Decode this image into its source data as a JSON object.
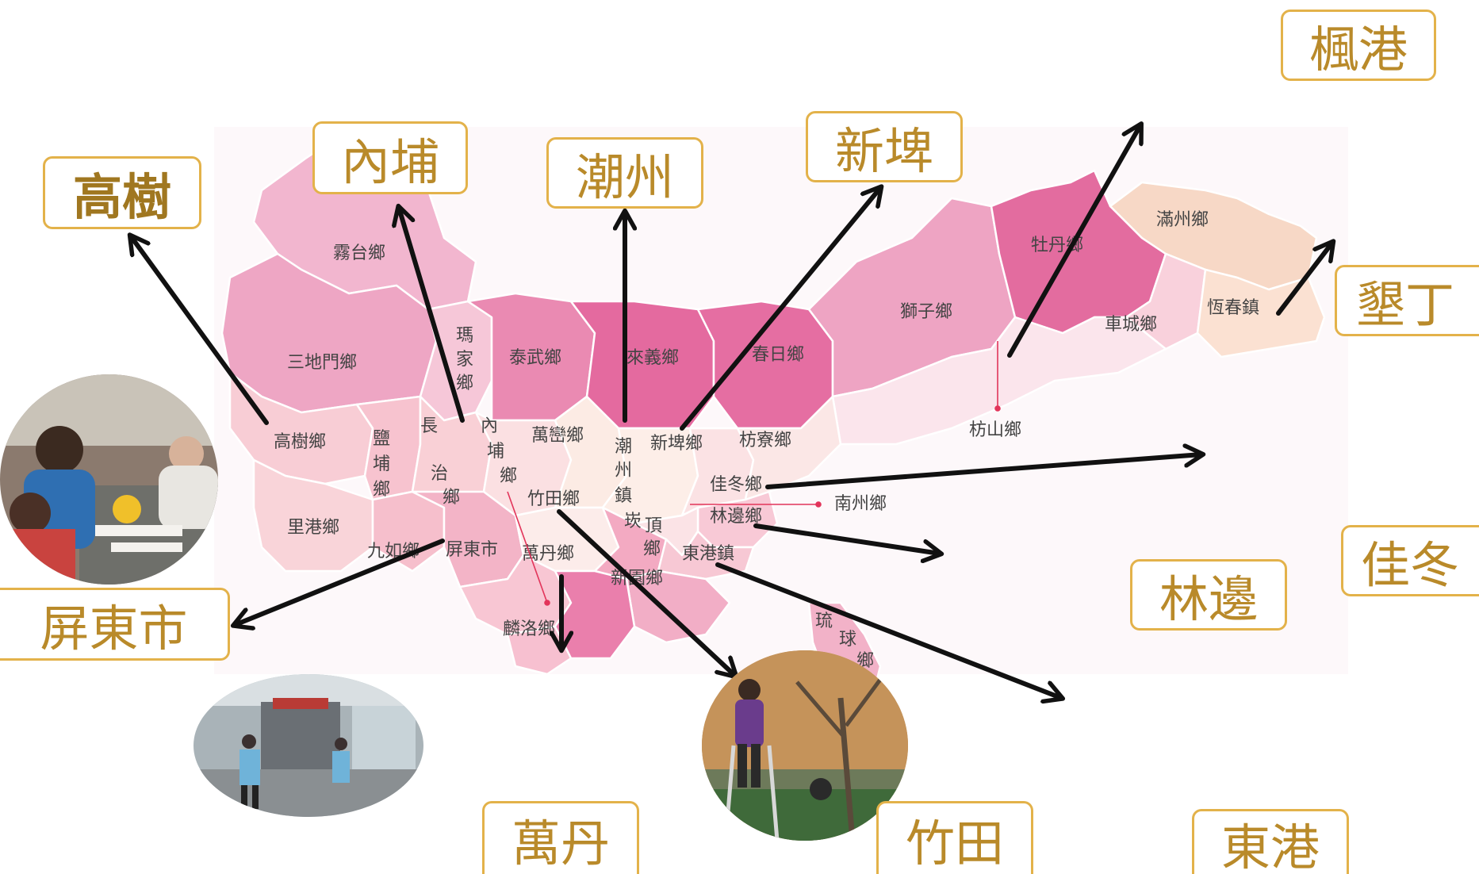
{
  "map": {
    "regions": [
      {
        "id": "wutai",
        "label": "霧台鄉",
        "color": "#f2b6cf"
      },
      {
        "id": "sandimen",
        "label": "三地門鄉",
        "color": "#eea6c4"
      },
      {
        "id": "majia",
        "label": "瑪家鄉",
        "color": "#f6c7d8"
      },
      {
        "id": "taiwu",
        "label": "泰武鄉",
        "color": "#ea8ab2"
      },
      {
        "id": "laiyi",
        "label": "來義鄉",
        "color": "#e46a9f"
      },
      {
        "id": "chunri",
        "label": "春日鄉",
        "color": "#e56ea2"
      },
      {
        "id": "shizi",
        "label": "獅子鄉",
        "color": "#eea4c3"
      },
      {
        "id": "mudan",
        "label": "牡丹鄉",
        "color": "#e36c9f"
      },
      {
        "id": "manzhou",
        "label": "滿州鄉",
        "color": "#f7d8c6"
      },
      {
        "id": "checheng",
        "label": "車城鄉",
        "color": "#f9d1dc"
      },
      {
        "id": "hengchun",
        "label": "恆春鎮",
        "color": "#fbe1d2"
      },
      {
        "id": "fangshan",
        "label": "枋山鄉",
        "color": "#fbe5ec"
      },
      {
        "id": "gaoshu",
        "label": "高樹鄉",
        "color": "#f8cdd5"
      },
      {
        "id": "yanpu",
        "label": "鹽埔鄉",
        "color": "#f7c3cf"
      },
      {
        "id": "changzhi",
        "label": "長治鄉",
        "color": "#f9d0d6"
      },
      {
        "id": "neipu",
        "label": "內埔鄉",
        "color": "#fbe0e2"
      },
      {
        "id": "wanluan",
        "label": "萬巒鄉",
        "color": "#fcebe4"
      },
      {
        "id": "chaozhou",
        "label": "潮州鎮",
        "color": "#fdeee8"
      },
      {
        "id": "xinpi",
        "label": "新埤鄉",
        "color": "#fbe2e4"
      },
      {
        "id": "fangliao",
        "label": "枋寮鄉",
        "color": "#fbe7e6"
      },
      {
        "id": "jiadong",
        "label": "佳冬鄉",
        "color": "#f8c9d6"
      },
      {
        "id": "ligang",
        "label": "里港鄉",
        "color": "#f9d4d9"
      },
      {
        "id": "jiuru",
        "label": "九如鄉",
        "color": "#f6bfcc"
      },
      {
        "id": "pingtung",
        "label": "屏東市",
        "color": "#f3b4c7"
      },
      {
        "id": "zhutian",
        "label": "竹田鄉",
        "color": "#fcecea"
      },
      {
        "id": "kanding",
        "label": "崁頂鄉",
        "color": "#f3aac2"
      },
      {
        "id": "wandan",
        "label": "萬丹鄉",
        "color": "#f8c6d3"
      },
      {
        "id": "nanzhou",
        "label": "南州鄉",
        "color": "#fbe3e6"
      },
      {
        "id": "linbian",
        "label": "林邊鄉",
        "color": "#f7c8d4"
      },
      {
        "id": "donggang",
        "label": "東港鎮",
        "color": "#f2aec6"
      },
      {
        "id": "xinyuan",
        "label": "新園鄉",
        "color": "#ea7fac"
      },
      {
        "id": "liuqiu",
        "label": "琉球鄉",
        "color": "#f2b2c8"
      },
      {
        "id": "donggang2",
        "label": "",
        "color": "#f7c0d0"
      }
    ],
    "extra_labels": {
      "fangshan": "枋山鄉",
      "nanzhou": "南州鄉",
      "linluo": "麟洛鄉"
    },
    "colors": {
      "border": "#e3b24a",
      "callout_text": "#b98a2a",
      "region_outline": "#ffffff",
      "region_label": "#444444",
      "arrow": "#111111",
      "pin": "#e2345a"
    }
  },
  "callouts": {
    "fenggang": "楓港",
    "neipu": "內埔",
    "chaozhou": "潮州",
    "xinpi": "新埤",
    "gaoshu": "高樹",
    "kending": "墾丁",
    "jiadong": "佳冬",
    "linbian": "林邊",
    "pingtung": "屏東市",
    "wandan": "萬丹",
    "zhutian": "竹田",
    "donggang": "東港"
  },
  "photos": [
    {
      "id": "photo-activity",
      "icon": "people-crafting-photo"
    },
    {
      "id": "photo-hospital",
      "icon": "hospital-entrance-photo"
    },
    {
      "id": "photo-gardening",
      "icon": "man-on-ladder-photo"
    }
  ]
}
